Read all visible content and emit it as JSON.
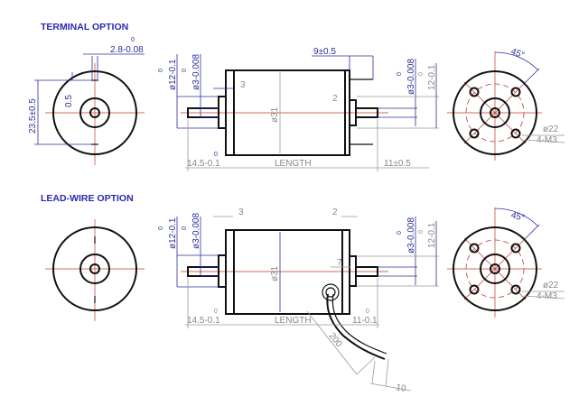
{
  "terminal": {
    "title": "TERMINAL OPTION",
    "terminal_width": "2.8-0.08",
    "terminal_width_tol": "0",
    "terminal_spacing": "23.5±0.5",
    "terminal_offset": "0.5",
    "boss_dia": "ø12-0.1",
    "boss_dia_tol": "0",
    "shaft_dia": "ø3-0.008",
    "shaft_dia_tol": "0",
    "boss_len": "3",
    "body_dia": "ø31",
    "front_shaft_len": "14.5-0.1",
    "front_shaft_len_tol": "0",
    "length": "LENGTH",
    "rear_shaft_len": "11±0.5",
    "terminal_len": "9±0.5",
    "rear_boss_len": "2",
    "rear_shaft_dia": "ø3-0.008",
    "rear_shaft_dia_tol": "0",
    "rear_boss_dia": "12-0.1",
    "rear_boss_dia_tol": "0",
    "angle": "45°",
    "pcd": "ø22",
    "holes": "4-M3"
  },
  "leadwire": {
    "title": "LEAD-WIRE  OPTION",
    "boss_dia": "ø12-0.1",
    "boss_dia_tol": "0",
    "shaft_dia": "ø3-0.008",
    "shaft_dia_tol": "0",
    "boss_len": "3",
    "rear_boss_len": "2",
    "wire_offset": "7",
    "body_dia": "ø31",
    "front_shaft_len": "14.5-0.1",
    "front_shaft_len_tol": "0",
    "length": "LENGTH",
    "rear_shaft_len": "11-0.1",
    "rear_shaft_len_tol": "0",
    "rear_shaft_dia": "ø3-0.008",
    "rear_shaft_dia_tol": "0",
    "rear_boss_dia": "12-0.1",
    "rear_boss_dia_tol": "0",
    "wire_len": "200",
    "strip_len": "10",
    "angle": "45°",
    "pcd": "ø22",
    "holes": "4-M3"
  }
}
